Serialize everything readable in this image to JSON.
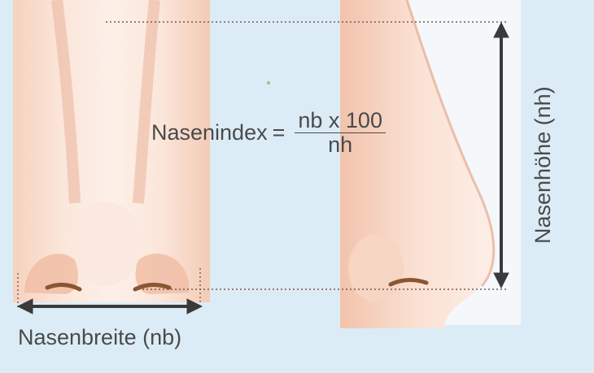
{
  "formula": {
    "lhs": "Nasenindex",
    "equals": "=",
    "numerator": "nb x 100",
    "denominator": "nh"
  },
  "labels": {
    "width": "Nasenbreite (nb)",
    "height": "Nasenhöhe (nh)"
  },
  "colors": {
    "background": "#dcecf6",
    "skin_light": "#fbe7dc",
    "skin_mid": "#f3c4ac",
    "skin_shadow": "#e6a489",
    "nostril": "#8a5632",
    "arrow": "#3a3a3a",
    "text": "#4a4a4a"
  }
}
